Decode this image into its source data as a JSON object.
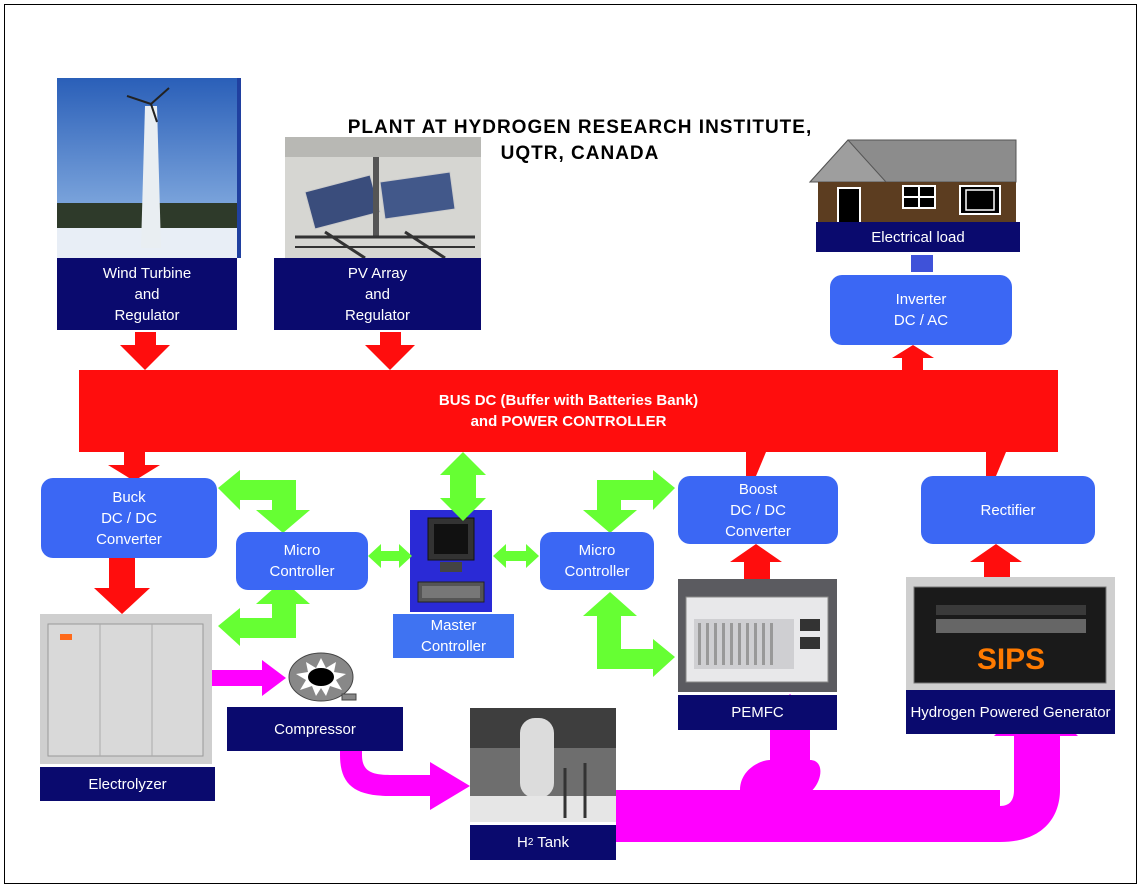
{
  "title": "PLANT AT HYDROGEN RESEARCH INSTITUTE,\nUQTR, CANADA",
  "bus": "BUS DC (Buffer with Batteries Bank)\nand POWER CONTROLLER",
  "labels": {
    "wind_turbine": "Wind Turbine\nand\nRegulator",
    "pv_array": "PV Array\nand\nRegulator",
    "electrical_load": "Electrical load",
    "inverter": "Inverter\nDC / AC",
    "buck": "Buck\nDC / DC\nConverter",
    "boost": "Boost\nDC / DC\nConverter",
    "rectifier": "Rectifier",
    "micro_left": "Micro\nController",
    "micro_right": "Micro\nController",
    "master": "Master\nController",
    "electrolyzer": "Electrolyzer",
    "compressor": "Compressor",
    "h2_tank_prefix": "H",
    "h2_tank_sub": "2",
    "h2_tank_suffix": " Tank",
    "pemfc": "PEMFC",
    "generator": "Hydrogen Powered Generator",
    "sips": "SIPS"
  },
  "colors": {
    "power_arrow": "#ff0d0d",
    "signal_arrow": "#66ff33",
    "hydrogen_arrow": "#ff00ff",
    "label_navy": "#0a0a6e",
    "controller_blue": "#3b67f4"
  }
}
